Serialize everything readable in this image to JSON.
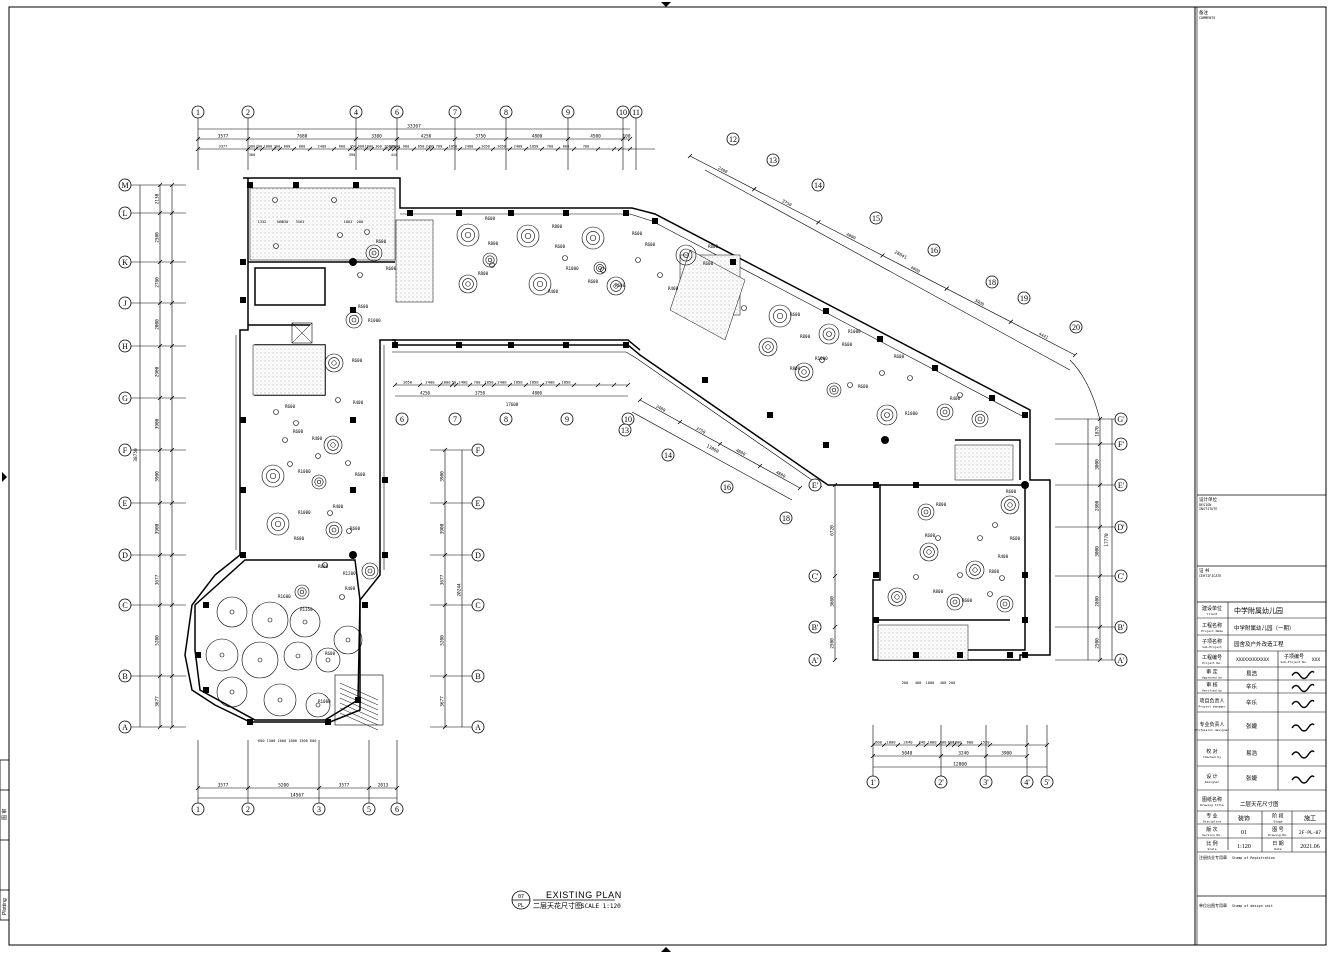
{
  "drawing": {
    "title_en": "EXISTING PLAN",
    "title_cn": "二层天花尺寸图",
    "scale_text": "SCALE 1:120",
    "tag_top": "07",
    "tag_bottom": "PL"
  },
  "grids": {
    "top": [
      "1",
      "2",
      "4",
      "6",
      "7",
      "8",
      "9",
      "10",
      "11"
    ],
    "bottom": [
      "1",
      "2",
      "3",
      "5",
      "6"
    ],
    "left": [
      "M",
      "L",
      "K",
      "J",
      "H",
      "G",
      "F",
      "E",
      "D",
      "C",
      "B",
      "A"
    ],
    "inner": [
      "6",
      "7",
      "8",
      "9",
      "10"
    ],
    "mid": [
      "F",
      "E",
      "D",
      "C",
      "B",
      "A"
    ],
    "diag_top": [
      "12",
      "13",
      "14",
      "15",
      "16",
      "18",
      "19",
      "20"
    ],
    "diag_inner": [
      "13",
      "14",
      "16",
      "18"
    ],
    "right": [
      "G'",
      "F'",
      "E'",
      "D'",
      "C'",
      "B'",
      "A'"
    ],
    "right_left": [
      "E'",
      "C'",
      "B'",
      "A'"
    ],
    "right_bottom": [
      "1'",
      "2'",
      "3'",
      "4'",
      "5'"
    ]
  },
  "dims": {
    "top_total": "33367",
    "top_row1": [
      "3577",
      "7680",
      "3300",
      "4250",
      "3750",
      "4800",
      "4500",
      "100"
    ],
    "top_row2": [
      "3377",
      "300",
      "200",
      "1800",
      "300",
      "600",
      "800",
      "2400",
      "600",
      "450",
      "600",
      "1800",
      "300",
      "200",
      "300",
      "2400",
      "900",
      "650",
      "2400",
      "700",
      "1050",
      "2400",
      "1050",
      "1050",
      "2400",
      "1050",
      "700",
      "600",
      "700"
    ],
    "top_sub": [
      "300",
      "390",
      "410"
    ],
    "inner_row1": [
      "1650",
      "2400",
      "2000",
      "50",
      "2400",
      "700",
      "1050",
      "2400",
      "1050",
      "1050",
      "2400",
      "1050"
    ],
    "inner_row2": [
      "4250",
      "3750",
      "17600",
      "4800"
    ],
    "bottom_row1": [
      "3577",
      "5200",
      "3577",
      "2013"
    ],
    "bottom_total": "14567",
    "left_vertical": [
      "2130",
      "2500",
      "2780",
      "2000",
      "2900",
      "3900",
      "3900",
      "3900",
      "3677",
      "5200",
      "3677"
    ],
    "left_vertical_total": "38750",
    "mid_vertical": [
      "3900",
      "3900",
      "3677",
      "5200",
      "3677"
    ],
    "mid_vertical_total": "20244",
    "diag_total": "28641",
    "diag_row1": [
      "2400",
      "3750",
      "4800",
      "4800",
      "3900",
      "4441"
    ],
    "diag_inner_row": [
      "2400",
      "3750",
      "4800",
      "4800"
    ],
    "diag_inner_total": "13860",
    "right_vertical": [
      "1870",
      "3000",
      "2800",
      "3000",
      "2800",
      "2500"
    ],
    "right_vertical_total": "17770",
    "rb_row1": [
      "600",
      "1800",
      "2640",
      "840",
      "1800",
      "600",
      "600",
      "1800",
      "600",
      "1520"
    ],
    "rb_row2": [
      "5040",
      "3240",
      "3900"
    ],
    "rb_total": "12800",
    "rb_sub": [
      "200",
      "400",
      "1800",
      "400",
      "200"
    ],
    "misc": [
      "3563",
      "1332",
      "500",
      "330",
      "1863",
      "200"
    ]
  },
  "radii": [
    "R600",
    "R800",
    "R1000",
    "R400",
    "R1200",
    "R1600",
    "R1350",
    "R850"
  ],
  "titleblock": {
    "notes_label": "备注",
    "notes_en": "COMMENTS",
    "design_unit_label": "设计单位",
    "design_unit_en": "DESIGN",
    "design_unit_en2": "INSTITUTE",
    "cert_label": "证 书",
    "cert_en": "CERTIFICATE",
    "rows": [
      {
        "label_cn": "建设单位",
        "label_en": "Client",
        "value": "中学附属幼儿园"
      },
      {
        "label_cn": "工程名称",
        "label_en": "Project Name",
        "value": "中学附属幼儿园（一期）"
      },
      {
        "label_cn": "子项名称",
        "label_en": "Sub-Project",
        "value": "园舍及户外改造工程"
      }
    ],
    "project_no_label": "工程编号",
    "project_no_en": "Project No.",
    "project_no_value": "XXXXXXXXXXXX",
    "sub_no_label": "子项编号",
    "sub_no_en": "Sub-Project No.",
    "sub_no_value": "XXX",
    "people": [
      {
        "label_cn": "审 定",
        "label_en": "Approved by",
        "name": "易浩"
      },
      {
        "label_cn": "审 核",
        "label_en": "Verified by",
        "name": "辛乐"
      },
      {
        "label_cn": "项目负责人",
        "label_en": "Project manager",
        "name": "辛乐"
      },
      {
        "label_cn": "专业负责人",
        "label_en": "Profession designer",
        "name": "张婕"
      },
      {
        "label_cn": "校 对",
        "label_en": "Checked by",
        "name": "易浩"
      },
      {
        "label_cn": "设 计",
        "label_en": "Designer",
        "name": "张婕"
      }
    ],
    "drawing_title_label": "图纸名称",
    "drawing_title_en": "Drawing title",
    "drawing_title_value": "二层天花尺寸图",
    "discipline_label": "专 业",
    "discipline_en": "Discipline",
    "discipline_value": "装饰",
    "stage_label": "阶 段",
    "stage_en": "Stage",
    "stage_value": "施工",
    "version_label": "版 次",
    "version_en": "Version No.",
    "version_value": "01",
    "drawing_no_label": "图 号",
    "drawing_no_en": "Drawing No.",
    "drawing_no_value": "2F-PL-07",
    "scale_label": "比 例",
    "scale_en": "Scale",
    "scale_value": "1:120",
    "date_label": "日 期",
    "date_en": "Date",
    "date_value": "2021.06",
    "reg_label": "注册执业专用章",
    "reg_en": "Stamp of Registration",
    "stamp_label": "单位出图专用章",
    "stamp_en": "Stamp of design unit"
  },
  "side": {
    "left_label_1": "图 审",
    "left_label_2": "Plotting"
  }
}
